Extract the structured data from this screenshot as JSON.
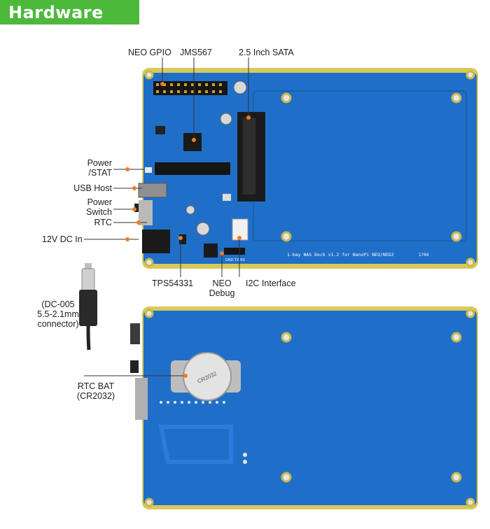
{
  "header": {
    "title": "Hardware"
  },
  "labels": {
    "neo_gpio": "NEO GPIO",
    "jms567": "JMS567",
    "sata": "2.5 Inch SATA",
    "power_stat_1": "Power",
    "power_stat_2": "/STAT",
    "usb_host": "USB Host",
    "power_switch_1": "Power",
    "power_switch_2": "Switch",
    "rtc": "RTC",
    "dc_in": "12V DC In",
    "tps": "TPS54331",
    "neo_debug_1": "NEO",
    "neo_debug_2": "Debug",
    "i2c": "I2C Interface",
    "dc005_1": "(DC-005",
    "dc005_2": "5.5-2.1mm",
    "dc005_3": "connector)",
    "rtc_bat_1": "RTC BAT",
    "rtc_bat_2": "(CR2032)"
  },
  "silkscreen": {
    "board_name": "1-bay NAS Dock v1.2 for NanoPi NEO/NEO2",
    "board_code": "1704",
    "battery": "CR2032",
    "pins": "GND TX RX"
  },
  "colors": {
    "header_bg": "#4cb93a",
    "board_blue": "#1f6fc9",
    "board_edge": "#d8c85a",
    "pointer": "#f07c22"
  }
}
